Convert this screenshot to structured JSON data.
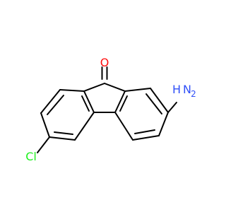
{
  "molecule": {
    "atoms": {
      "oxygen": {
        "symbol": "O",
        "color": "#ff0d0d"
      },
      "nitrogen_symbol": {
        "symbol": "N",
        "color": "#3050f8"
      },
      "nitrogen_hydrogen": {
        "symbol": "H",
        "color": "#3050f8"
      },
      "subscript": {
        "symbol": "2",
        "color": "#3050f8"
      },
      "chlorine": {
        "symbol": "Cl",
        "color": "#1ff01f"
      }
    },
    "bond_color": "#000000"
  }
}
